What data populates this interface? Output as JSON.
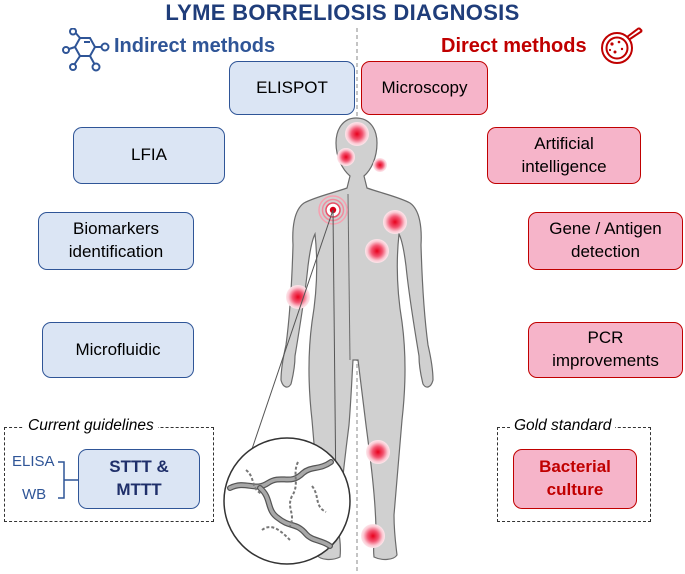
{
  "title": "LYME BORRELIOSIS DIAGNOSIS",
  "indirect_heading": "Indirect methods",
  "direct_heading": "Direct methods",
  "indirect_methods": {
    "elispot": "ELISPOT",
    "lfia": "LFIA",
    "biomarkers": [
      "Biomarkers",
      "identification"
    ],
    "microfluidic": "Microfluidic"
  },
  "direct_methods": {
    "microscopy": "Microscopy",
    "ai": [
      "Artificial",
      "intelligence"
    ],
    "gene_antigen": [
      "Gene / Antigen",
      "detection"
    ],
    "pcr": [
      "PCR",
      "improvements"
    ]
  },
  "current_guidelines": {
    "label": "Current guidelines",
    "elisa": "ELISA",
    "wb": "WB",
    "stt": [
      "STTT &",
      "MTTT"
    ]
  },
  "gold_standard": {
    "label": "Gold standard",
    "culture": [
      "Bacterial",
      "culture"
    ]
  },
  "colors": {
    "indirect": "#2f5597",
    "direct": "#c00000",
    "indirect_fill": "#dbe5f4",
    "direct_fill": "#f6b4c9",
    "body": "#d0d0d0"
  },
  "icons": [
    "molecule-icon",
    "petri-dish-magnifier-icon",
    "infection-site-icon",
    "borrelia-spirochete-icon"
  ]
}
